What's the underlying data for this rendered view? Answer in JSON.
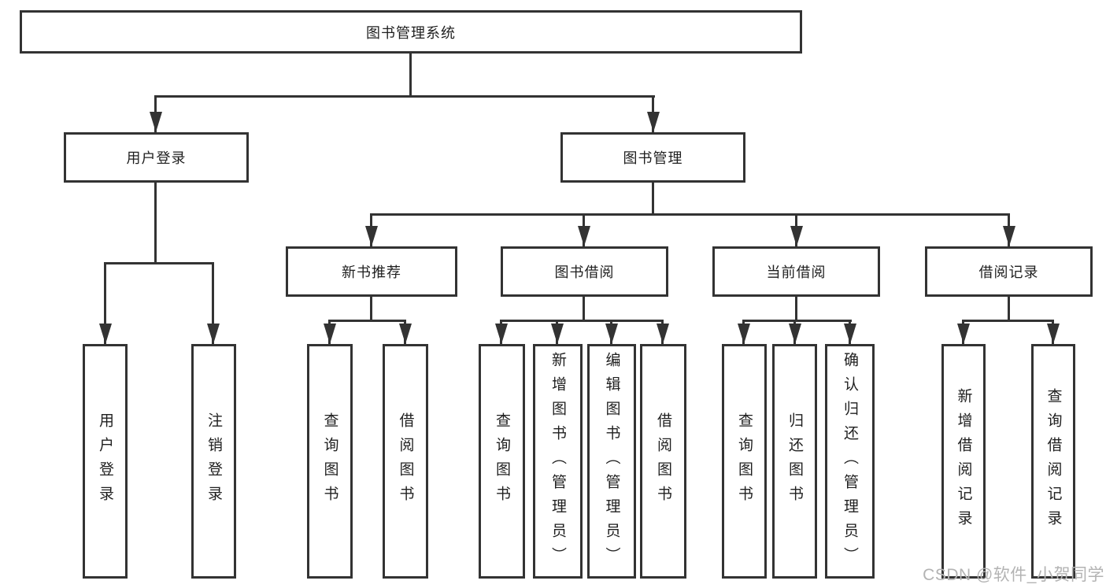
{
  "diagram": {
    "title": "图书管理系统",
    "level2": {
      "user_login": "用户登录",
      "book_management": "图书管理"
    },
    "level3": {
      "new_book_recommend": "新书推荐",
      "book_borrow": "图书借阅",
      "current_borrow": "当前借阅",
      "borrow_records": "借阅记录"
    },
    "leaves": {
      "user_login": [
        "用户登录",
        "注销登录"
      ],
      "new_book_recommend": [
        "查询图书",
        "借阅图书"
      ],
      "book_borrow": [
        "查询图书",
        "新增图书（管理员）",
        "编辑图书（管理员）",
        "借阅图书"
      ],
      "current_borrow": [
        "查询图书",
        "归还图书",
        "确认归还（管理员）"
      ],
      "borrow_records": [
        "新增借阅记录",
        "查询借阅记录"
      ]
    },
    "watermark": "CSDN @软件_小贺同学",
    "colors": {
      "line": "#333333",
      "text": "#1f1f1f",
      "watermark": "#b3b3b3",
      "background": "#ffffff"
    }
  }
}
